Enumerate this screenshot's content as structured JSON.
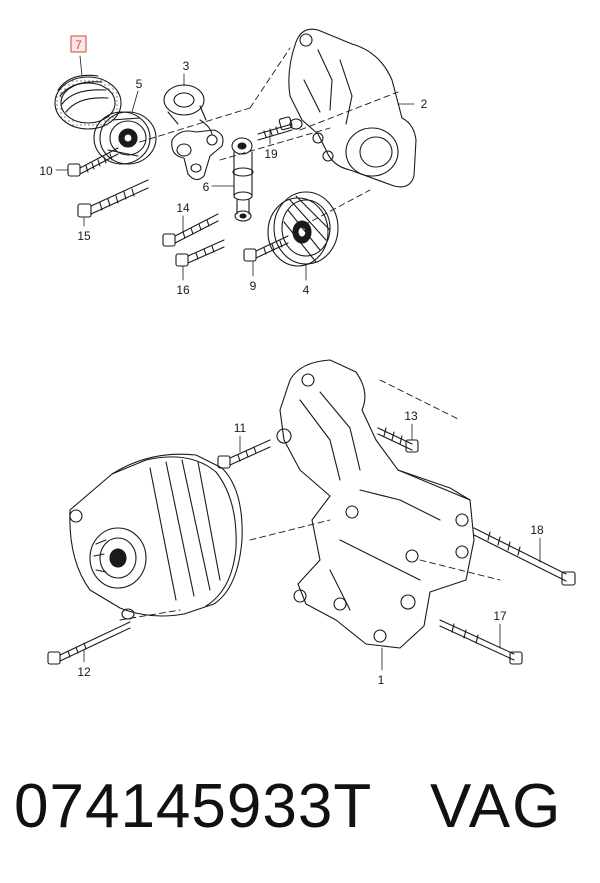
{
  "upper_callouts": {
    "c7": "7",
    "c5": "5",
    "c3": "3",
    "c2": "2",
    "c10": "10",
    "c19": "19",
    "c6": "6",
    "c15": "15",
    "c14": "14",
    "c16": "16",
    "c9": "9",
    "c4": "4"
  },
  "lower_callouts": {
    "c11": "11",
    "c13": "13",
    "c18": "18",
    "c17": "17",
    "c12": "12",
    "c1": "1"
  },
  "footer": {
    "part_number": "074145933T",
    "brand": "VAG"
  },
  "colors": {
    "highlight": "#d0443a",
    "highlight_fill": "#fde8e8",
    "stroke": "#1a1a1a"
  }
}
